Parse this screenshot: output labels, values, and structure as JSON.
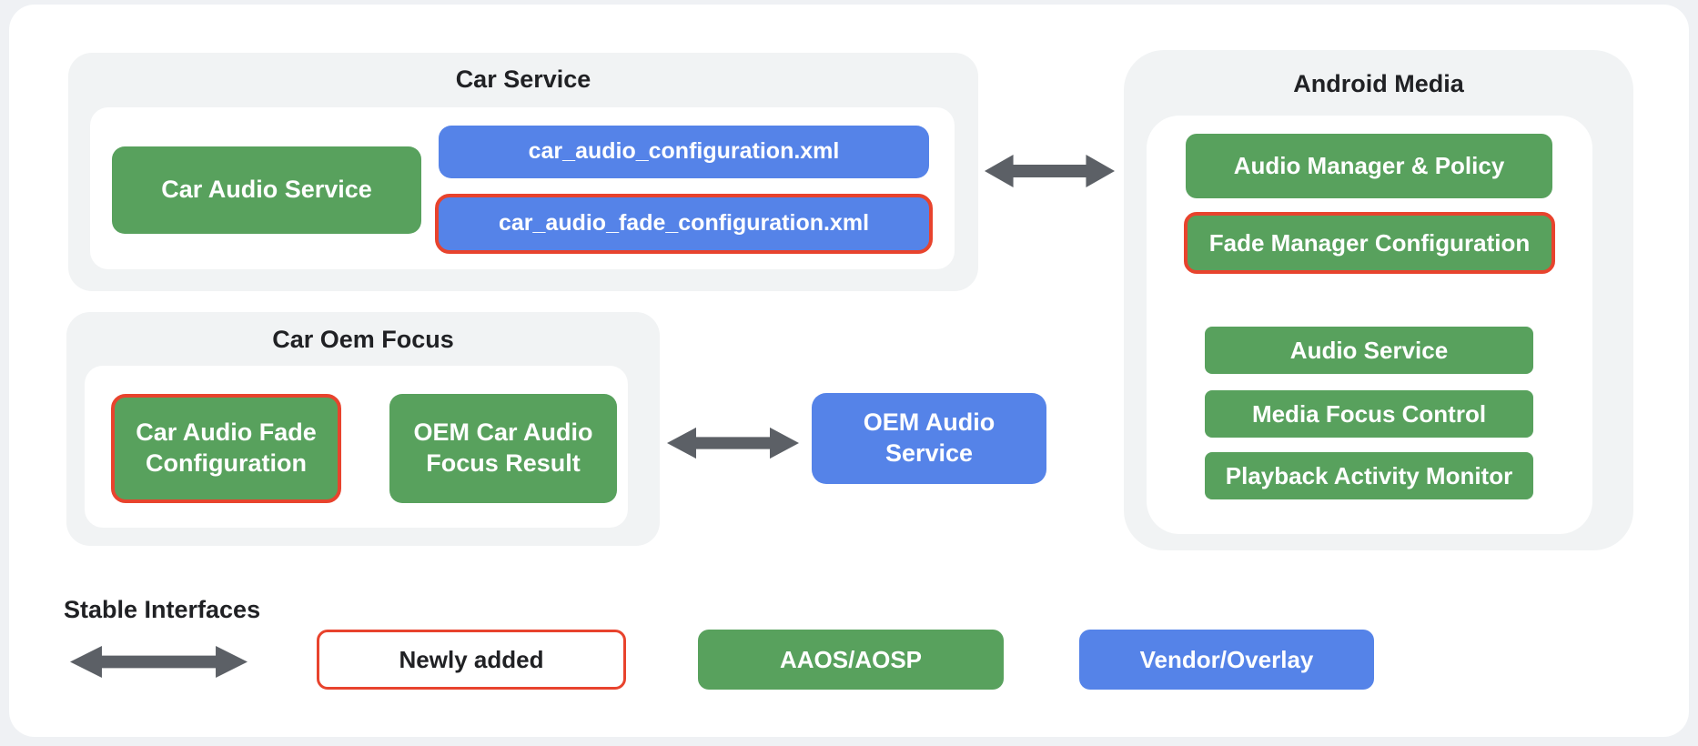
{
  "palette": {
    "page_bg": "#EFF1F4",
    "card_bg": "#FFFFFF",
    "section_bg": "#F1F3F4",
    "aosp_green": "#58A15D",
    "vendor_blue": "#5583E8",
    "new_red": "#E8432D",
    "arrow_gray": "#5C6066",
    "text_dark": "#202124",
    "text_light": "#FFFFFF"
  },
  "sections": {
    "car_service": {
      "title": "Car Service",
      "car_audio_service": "Car Audio Service",
      "config_xml": "car_audio_configuration.xml",
      "fade_config_xml": "car_audio_fade_configuration.xml"
    },
    "android_media": {
      "title": "Android Media",
      "items": [
        {
          "label": "Audio Manager & Policy",
          "highlighted": false
        },
        {
          "label": "Fade Manager Configuration",
          "highlighted": true
        },
        {
          "label": "Audio Service",
          "highlighted": false
        },
        {
          "label": "Media Focus Control",
          "highlighted": false
        },
        {
          "label": "Playback Activity Monitor",
          "highlighted": false
        }
      ]
    },
    "car_oem_focus": {
      "title": "Car Oem Focus",
      "fade_configuration": "Car Audio Fade Configuration",
      "focus_result": "OEM Car Audio Focus Result"
    },
    "oem_audio_service": {
      "label": "OEM Audio Service"
    }
  },
  "legend": {
    "stable_interfaces": "Stable Interfaces",
    "newly_added": "Newly added",
    "aaos_aosp": "AAOS/AOSP",
    "vendor_overlay": "Vendor/Overlay"
  }
}
